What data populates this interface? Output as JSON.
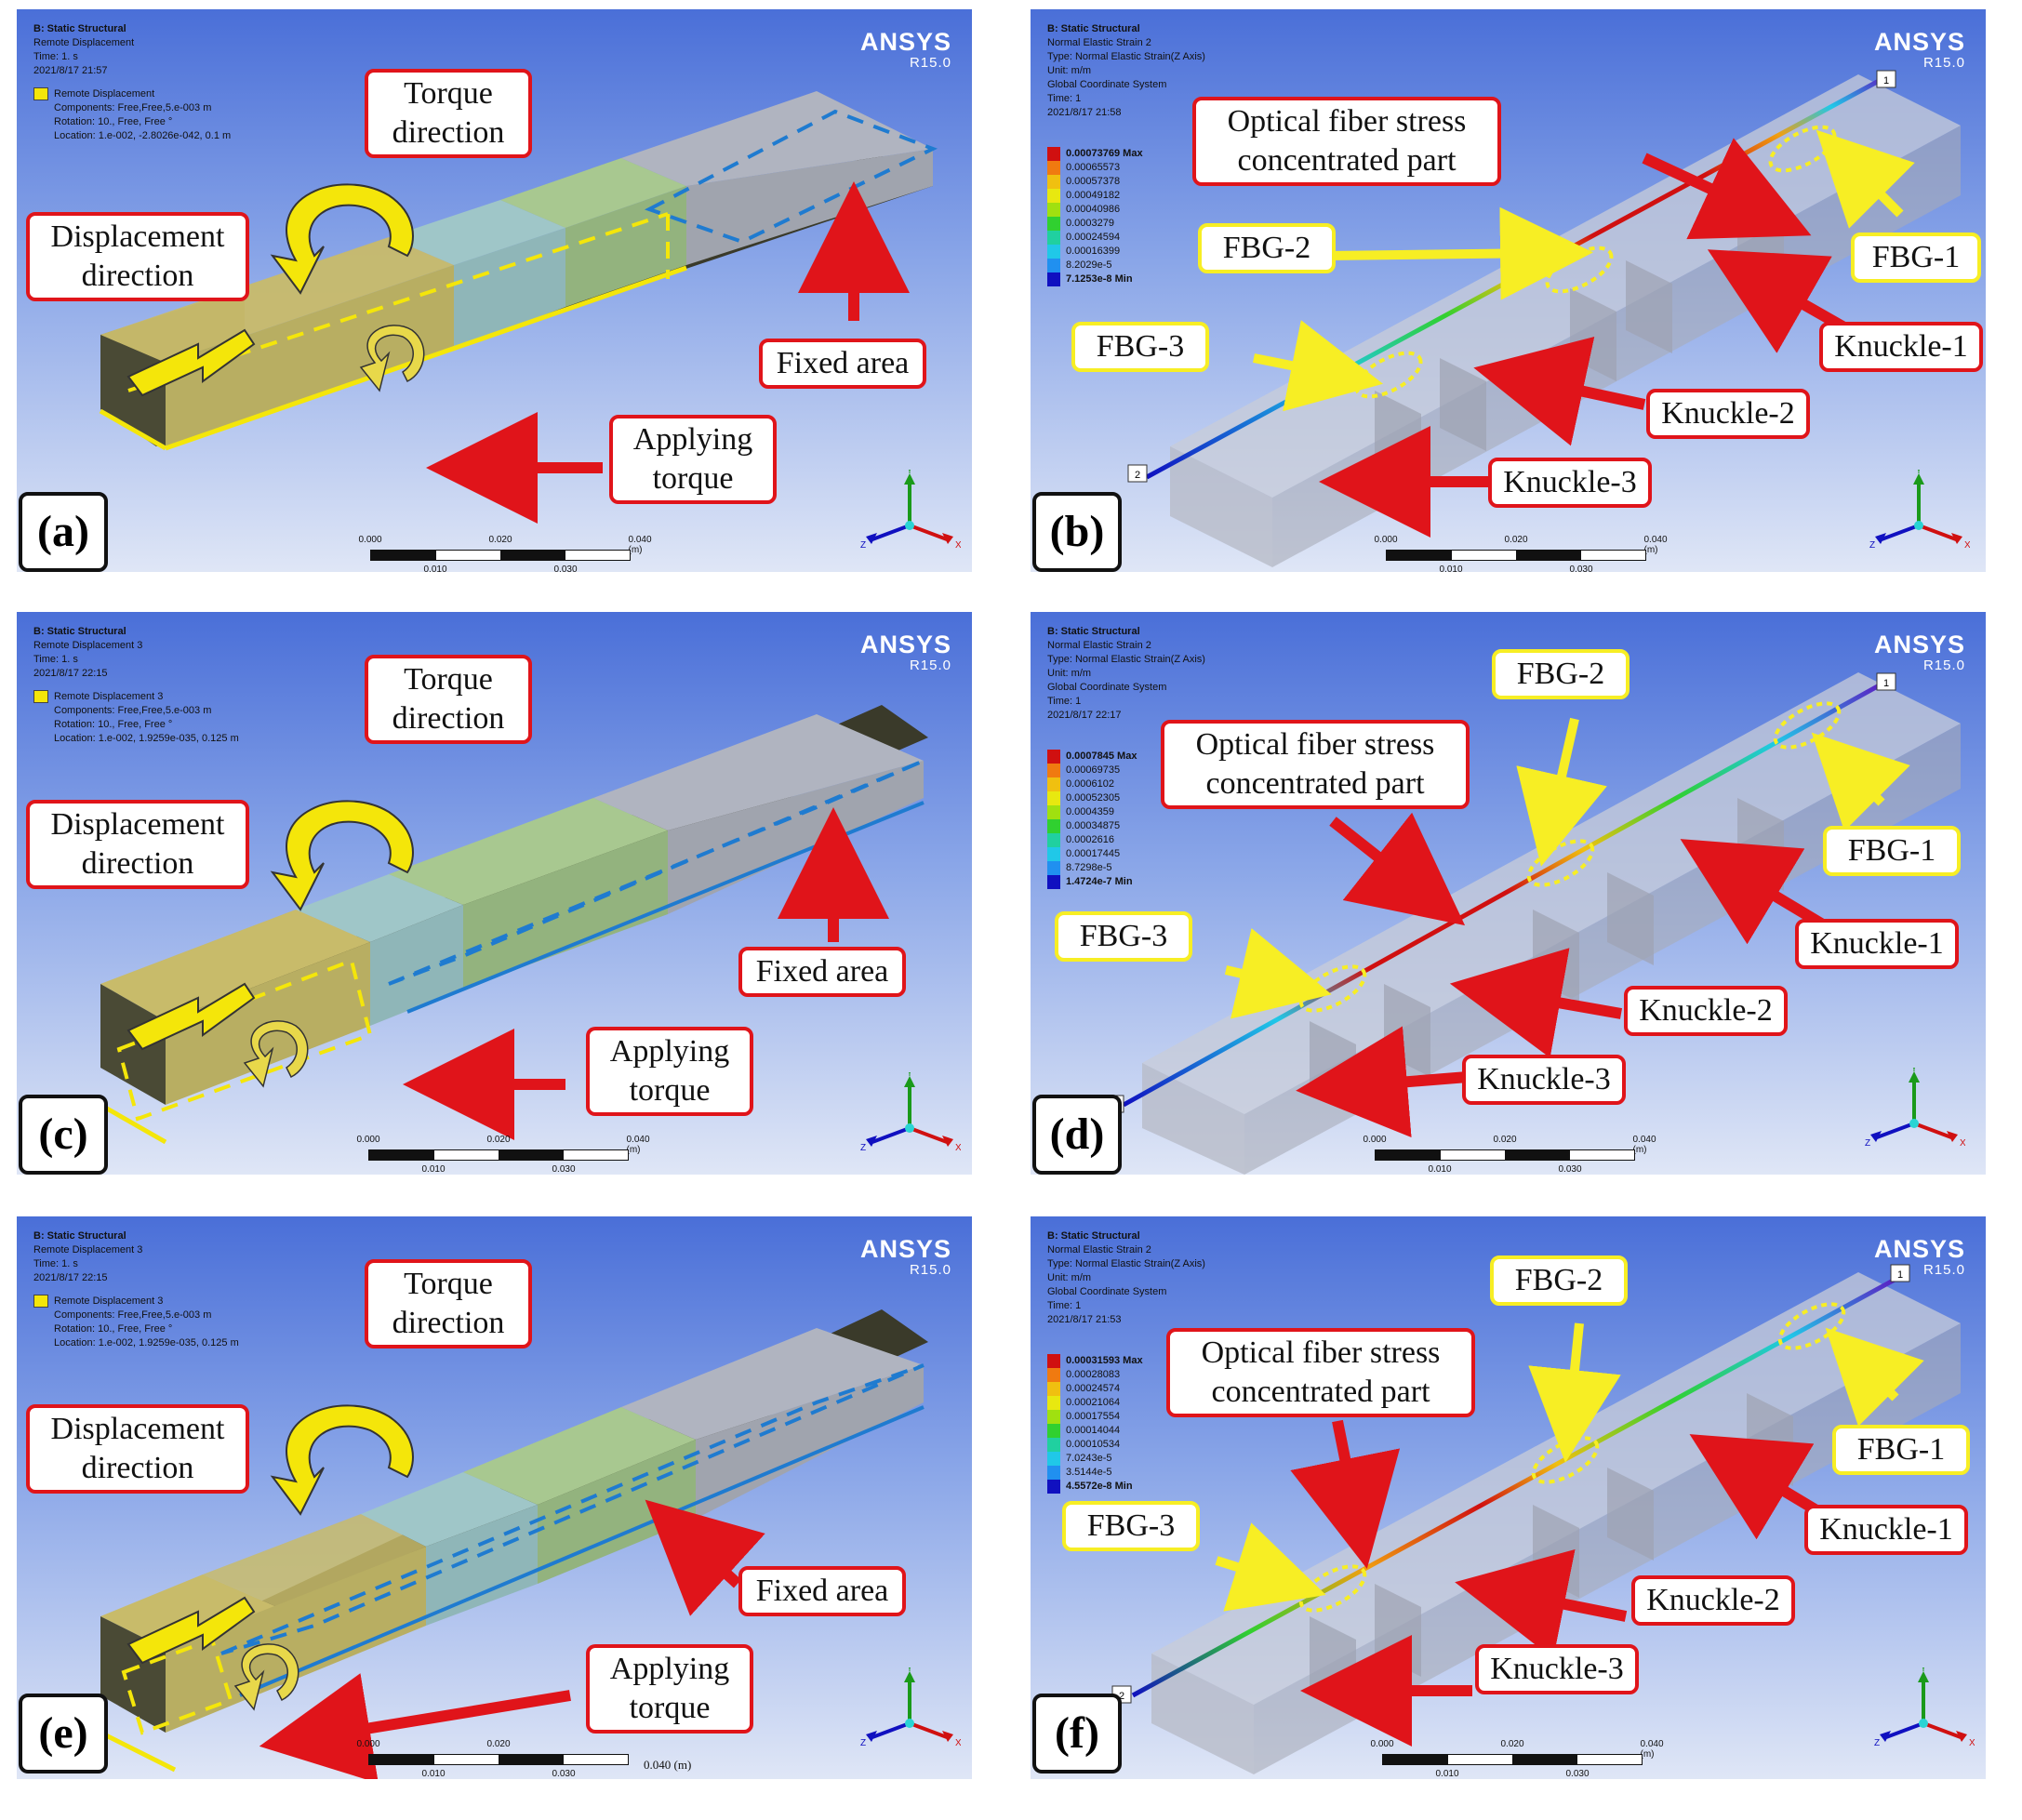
{
  "panels": [
    {
      "id": "a",
      "letter": "(a)",
      "header": [
        "B: Static Structural",
        "Remote Displacement",
        "Time: 1. s",
        "2021/8/17 21:57"
      ],
      "legend_title": "Remote Displacement",
      "legend_lines": [
        "Components: Free,Free,5.e-003 m",
        "Rotation: 10., Free, Free °",
        "Location: 1.e-002, -2.8026e-042, 0.1 m"
      ],
      "logo": "ANSYS",
      "version": "R15.0",
      "labels": {
        "torque": "Torque direction",
        "displacement": "Displacement direction",
        "fixed": "Fixed area",
        "applying": "Applying torque"
      },
      "scale": {
        "top": [
          "0.000",
          "0.020",
          "0.040 (m)"
        ],
        "bottom": [
          "0.010",
          "0.030"
        ]
      },
      "triad": {
        "y": "Y",
        "z": "Z",
        "x": "X"
      }
    },
    {
      "id": "b",
      "letter": "(b)",
      "header": [
        "B: Static Structural",
        "Normal Elastic Strain 2",
        "Type: Normal Elastic Strain(Z Axis)",
        "Unit: m/m",
        "Global Coordinate System",
        "Time: 1",
        "2021/8/17 21:58"
      ],
      "colorbar": [
        "0.00073769 Max",
        "0.00065573",
        "0.00057378",
        "0.00049182",
        "0.00040986",
        "0.0003279",
        "0.00024594",
        "0.00016399",
        "8.2029e-5",
        "7.1253e-8 Min"
      ],
      "logo": "ANSYS",
      "version": "R15.0",
      "labels": {
        "optical": "Optical fiber stress concentrated part",
        "fbg1": "FBG-1",
        "fbg2": "FBG-2",
        "fbg3": "FBG-3",
        "k1": "Knuckle-1",
        "k2": "Knuckle-2",
        "k3": "Knuckle-3"
      },
      "probes": [
        "1",
        "2"
      ],
      "scale": {
        "top": [
          "0.000",
          "0.020",
          "0.040 (m)"
        ],
        "bottom": [
          "0.010",
          "0.030"
        ]
      },
      "triad": {
        "y": "Y",
        "z": "Z",
        "x": "X"
      }
    },
    {
      "id": "c",
      "letter": "(c)",
      "header": [
        "B: Static Structural",
        "Remote Displacement 3",
        "Time: 1. s",
        "2021/8/17 22:15"
      ],
      "legend_title": "Remote Displacement 3",
      "legend_lines": [
        "Components: Free,Free,5.e-003 m",
        "Rotation: 10., Free, Free °",
        "Location: 1.e-002, 1.9259e-035, 0.125 m"
      ],
      "logo": "ANSYS",
      "version": "R15.0",
      "labels": {
        "torque": "Torque direction",
        "displacement": "Displacement direction",
        "fixed": "Fixed area",
        "applying": "Applying torque"
      },
      "scale": {
        "top": [
          "0.000",
          "0.020",
          "0.040 (m)"
        ],
        "bottom": [
          "0.010",
          "0.030"
        ]
      },
      "triad": {
        "y": "Y",
        "z": "Z",
        "x": "X"
      }
    },
    {
      "id": "d",
      "letter": "(d)",
      "header": [
        "B: Static Structural",
        "Normal Elastic Strain 2",
        "Type: Normal Elastic Strain(Z Axis)",
        "Unit: m/m",
        "Global Coordinate System",
        "Time: 1",
        "2021/8/17 22:17"
      ],
      "colorbar": [
        "0.0007845 Max",
        "0.00069735",
        "0.0006102",
        "0.00052305",
        "0.0004359",
        "0.00034875",
        "0.0002616",
        "0.00017445",
        "8.7298e-5",
        "1.4724e-7 Min"
      ],
      "logo": "ANSYS",
      "version": "R15.0",
      "labels": {
        "optical": "Optical fiber stress concentrated part",
        "fbg1": "FBG-1",
        "fbg2": "FBG-2",
        "fbg3": "FBG-3",
        "k1": "Knuckle-1",
        "k2": "Knuckle-2",
        "k3": "Knuckle-3"
      },
      "probes": [
        "1",
        "2"
      ],
      "scale": {
        "top": [
          "0.000",
          "0.020",
          "0.040 (m)"
        ],
        "bottom": [
          "0.010",
          "0.030"
        ]
      },
      "triad": {
        "y": "Y",
        "z": "Z",
        "x": "X"
      }
    },
    {
      "id": "e",
      "letter": "(e)",
      "header": [
        "B: Static Structural",
        "Remote Displacement 3",
        "Time: 1. s",
        "2021/8/17 22:15"
      ],
      "legend_title": "Remote Displacement 3",
      "legend_lines": [
        "Components: Free,Free,5.e-003 m",
        "Rotation: 10., Free, Free °",
        "Location: 1.e-002, 1.9259e-035, 0.125 m"
      ],
      "logo": "ANSYS",
      "version": "R15.0",
      "labels": {
        "torque": "Torque direction",
        "displacement": "Displacement direction",
        "fixed": "Fixed area",
        "applying": "Applying torque"
      },
      "scale": {
        "top": [
          "0.000",
          "0.020",
          ""
        ],
        "bottom": [
          "0.010",
          "0.030"
        ],
        "extra": "0.040 (m)"
      },
      "triad": {
        "y": "Y",
        "z": "Z",
        "x": "X"
      }
    },
    {
      "id": "f",
      "letter": "(f)",
      "header": [
        "B: Static Structural",
        "Normal Elastic Strain 2",
        "Type: Normal Elastic Strain(Z Axis)",
        "Unit: m/m",
        "Global Coordinate System",
        "Time: 1",
        "2021/8/17 21:53"
      ],
      "colorbar": [
        "0.00031593 Max",
        "0.00028083",
        "0.00024574",
        "0.00021064",
        "0.00017554",
        "0.00014044",
        "0.00010534",
        "7.0243e-5",
        "3.5144e-5",
        "4.5572e-8 Min"
      ],
      "logo": "ANSYS",
      "version": "R15.0",
      "labels": {
        "optical": "Optical fiber stress concentrated part",
        "fbg1": "FBG-1",
        "fbg2": "FBG-2",
        "fbg3": "FBG-3",
        "k1": "Knuckle-1",
        "k2": "Knuckle-2",
        "k3": "Knuckle-3"
      },
      "probes": [
        "1",
        "2"
      ],
      "scale": {
        "top": [
          "0.000",
          "0.020",
          "0.040 (m)"
        ],
        "bottom": [
          "0.010",
          "0.030"
        ]
      },
      "triad": {
        "y": "Y",
        "z": "Z",
        "x": "X"
      }
    }
  ],
  "colors": {
    "label_border_red": "#e0141a",
    "label_border_yellow": "#f7ee24",
    "arrow_red": "#e0141a",
    "arrow_yellow": "#f7ee24",
    "viewport_top": "#4a6fd8",
    "viewport_bottom": "#dfe6f6",
    "colorbar": [
      "#d01010",
      "#f07a10",
      "#f0c010",
      "#e8e810",
      "#a0e010",
      "#30d030",
      "#20d0a0",
      "#20c8e8",
      "#2090f0",
      "#1010c0"
    ]
  },
  "icons": [
    "curved-torque-arrow-icon",
    "displacement-arrow-icon",
    "coordinate-triad-icon",
    "probe-tag-icon"
  ]
}
